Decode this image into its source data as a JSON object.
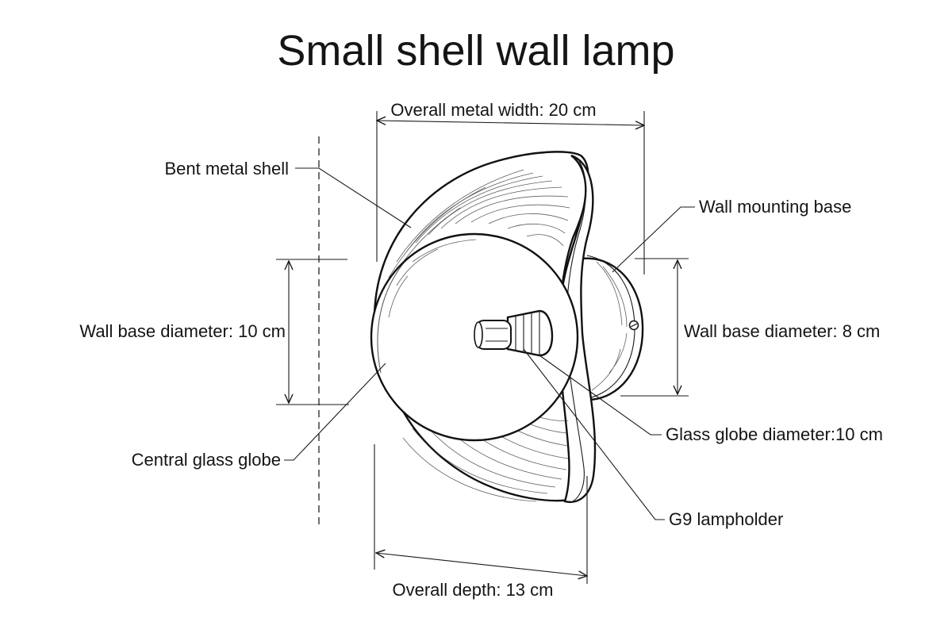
{
  "title": "Small shell wall lamp",
  "labels": {
    "overall_metal_width": "Overall metal width: 20 cm",
    "bent_metal_shell": "Bent metal shell",
    "wall_mounting_base": "Wall mounting base",
    "wall_base_diameter_left": "Wall base diameter: 10 cm",
    "wall_base_diameter_right": "Wall base diameter: 8 cm",
    "glass_globe_diameter": "Glass globe diameter:10 cm",
    "central_glass_globe": "Central glass globe",
    "g9_lampholder": "G9 lampholder",
    "overall_depth": "Overall depth: 13 cm"
  }
}
